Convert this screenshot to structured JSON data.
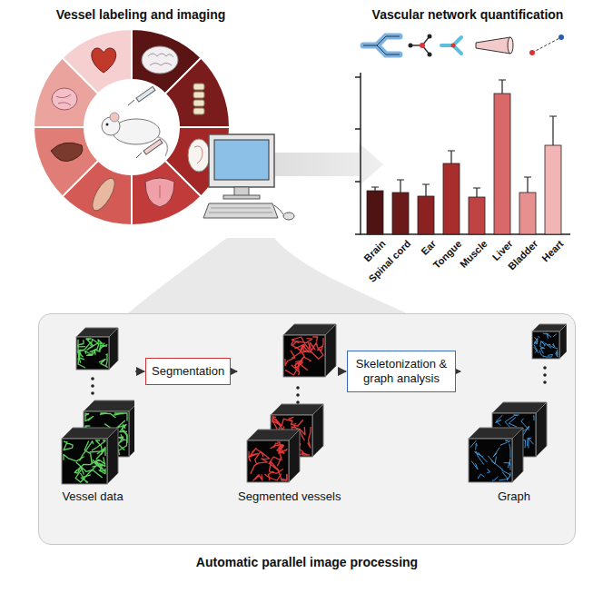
{
  "diagram": {
    "nodes": [
      {
        "text": [
          "Automatic parallel image processing"
        ]
      },
      {
        "text": [
          "Vessel data"
        ],
        "in": 0
      },
      {
        "text": [
          "Segmentation"
        ],
        "in": 0
      },
      {
        "text": [
          "Segmented vessels"
        ],
        "in": 0
      },
      {
        "text": [
          "Skeletonization & graph analysis"
        ],
        "in": 0
      },
      {
        "text": [
          "Graph"
        ],
        "in": 0
      }
    ],
    "edges": [
      {
        "from": 1,
        "to": 2,
        "arrow": "to"
      },
      {
        "from": 2,
        "to": 3,
        "arrow": "to"
      },
      {
        "from": 3,
        "to": 4,
        "arrow": "to"
      },
      {
        "from": 4,
        "to": 5,
        "arrow": "to"
      }
    ],
    "labels": [
      "Vessel labeling and imaging",
      "Vascular network quantification",
      "Brain",
      "Spinal cord",
      "Ear",
      "Tongue",
      "Muscle",
      "Liver",
      "Bladder",
      "Heart"
    ]
  }
}
